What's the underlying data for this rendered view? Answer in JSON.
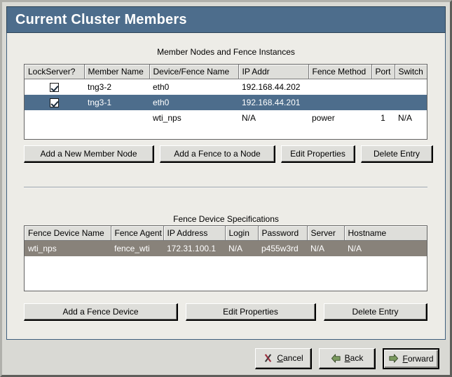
{
  "window": {
    "title": "Current Cluster Members"
  },
  "members_section": {
    "heading": "Member Nodes and Fence Instances",
    "columns": [
      "LockServer?",
      "Member Name",
      "Device/Fence Name",
      "IP Addr",
      "Fence Method",
      "Port",
      "Switch"
    ],
    "rows": [
      {
        "style": "row-plain",
        "lockserver": "checked",
        "member_name": "tng3-2",
        "device_fence_name": "eth0",
        "ip_addr": "192.168.44.202",
        "fence_method": "",
        "port": "",
        "switch": ""
      },
      {
        "style": "row-sel-blue",
        "lockserver": "checked",
        "member_name": "tng3-1",
        "device_fence_name": "eth0",
        "ip_addr": "192.168.44.201",
        "fence_method": "",
        "port": "",
        "switch": ""
      },
      {
        "style": "row-plain",
        "lockserver": "",
        "member_name": "",
        "device_fence_name": "wti_nps",
        "ip_addr": "N/A",
        "fence_method": "power",
        "port": "1",
        "switch": "N/A"
      }
    ],
    "buttons": {
      "add_member": "Add a New Member Node",
      "add_fence": "Add a Fence to a Node",
      "edit_properties": "Edit Properties",
      "delete_entry": "Delete Entry"
    }
  },
  "fence_section": {
    "heading": "Fence Device Specifications",
    "columns": [
      "Fence Device Name",
      "Fence Agent",
      "IP Address",
      "Login",
      "Password",
      "Server",
      "Hostname"
    ],
    "rows": [
      {
        "style": "row-sel-gray",
        "fence_device_name": "wti_nps",
        "fence_agent": "fence_wti",
        "ip_address": "172.31.100.1",
        "login": "N/A",
        "password": "p455w3rd",
        "server": "N/A",
        "hostname": "N/A"
      }
    ],
    "buttons": {
      "add_fence_device": "Add a Fence Device",
      "edit_properties": "Edit Properties",
      "delete_entry": "Delete Entry"
    }
  },
  "footer": {
    "cancel": {
      "prefix": "",
      "mnemonic": "C",
      "suffix": "ancel",
      "icon": "cancel-x-icon"
    },
    "back": {
      "prefix": "",
      "mnemonic": "B",
      "suffix": "ack",
      "icon": "arrow-left-icon"
    },
    "forward": {
      "prefix": "",
      "mnemonic": "F",
      "suffix": "orward",
      "icon": "arrow-right-icon"
    }
  },
  "colors": {
    "titlebar": "#4d6d8c",
    "selected_row_blue": "#4d6d8c",
    "selected_row_gray": "#88827a",
    "panel_bg": "#edece7",
    "header_bg": "#dededa",
    "arrow_green": "#6b8a50",
    "cancel_red": "#8c1c28"
  }
}
